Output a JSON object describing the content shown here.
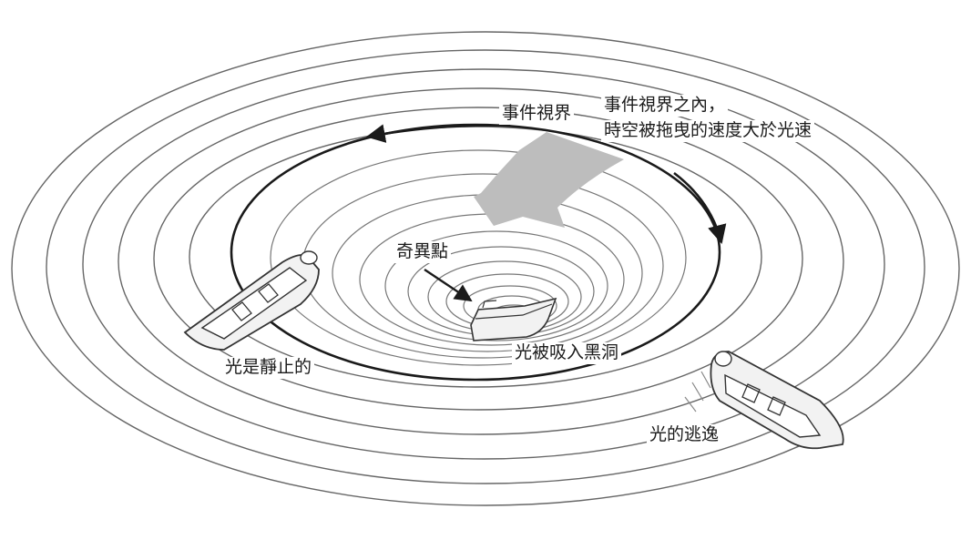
{
  "labels": {
    "event_horizon": "事件視界",
    "inside_horizon_line1": "事件視界之內，",
    "inside_horizon_line2": "時空被拖曳的速度大於光速",
    "singularity": "奇異點",
    "light_sucked_in": "光被吸入黑洞",
    "light_stationary": "光是靜止的",
    "light_escape": "光的逃逸"
  },
  "colors": {
    "ring_stroke": "#555555",
    "horizon_stroke": "#1a1a1a",
    "flow_arrow": "#bdbdbd",
    "boat_fill": "#f2f2f2",
    "boat_stroke": "#333333",
    "text": "#1a1a1a"
  },
  "icons": [
    "boat-icon",
    "arrow-icon",
    "flow-arrow-icon"
  ]
}
